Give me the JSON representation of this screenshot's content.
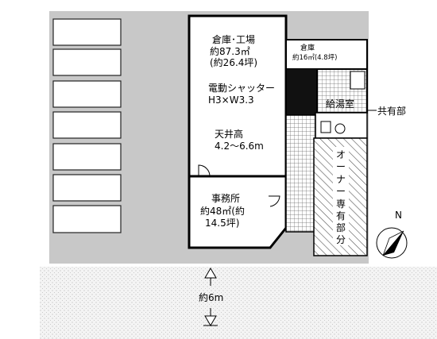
{
  "plan": {
    "warehouse_factory": {
      "title": "倉庫･工場",
      "area_sqm": "約87.3㎡",
      "area_tsubo": "(約26.4坪)",
      "shutter_label": "電動シャッター",
      "shutter_size": "H3×W3.3",
      "ceiling_label": "天井高",
      "ceiling_value": "4.2～6.6m"
    },
    "office": {
      "title": "事務所",
      "area_line1": "約48㎡(約",
      "area_line2": "14.5坪)"
    },
    "small_warehouse": {
      "title": "倉庫",
      "area": "約16㎡(4.8坪)"
    },
    "kitchenette": "給湯室",
    "common_area": "共有部",
    "owner_area": [
      "オ",
      "ー",
      "ナ",
      "ー",
      "専",
      "有",
      "部",
      "分"
    ],
    "road_width": "約6m",
    "north": "N"
  }
}
